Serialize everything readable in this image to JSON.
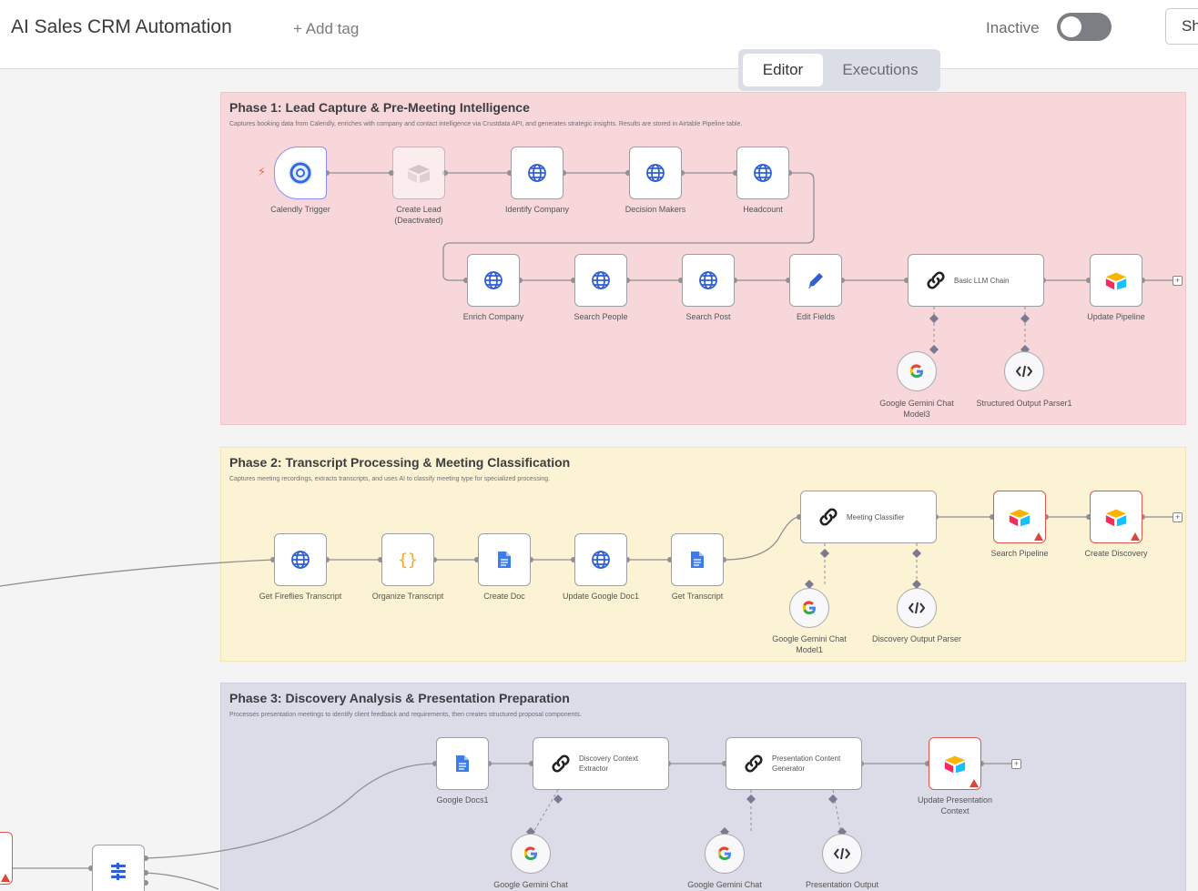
{
  "header": {
    "title": "AI Sales CRM Automation",
    "add_tag": "+ Add tag",
    "status_label": "Inactive",
    "share_label": "Sh"
  },
  "tabs": {
    "editor": "Editor",
    "executions": "Executions"
  },
  "colors": {
    "phase1_bg": "#f7d7da",
    "phase2_bg": "#fbf3d3",
    "phase3_bg": "#dcdbe8",
    "accent_blue": "#2f5fd3",
    "error": "#e0443a"
  },
  "phases": [
    {
      "title": "Phase 1: Lead Capture & Pre-Meeting Intelligence",
      "description": "Captures booking data from Calendly, enriches with company and contact intelligence via Crustdata API, and generates strategic insights. Results are stored in Airtable Pipeline table.",
      "nodes": {
        "calendly_trigger": "Calendly Trigger",
        "create_lead": "Create Lead",
        "create_lead_status": "(Deactivated)",
        "identify_company": "Identify Company",
        "decision_makers": "Decision Makers",
        "headcount": "Headcount",
        "enrich_company": "Enrich Company",
        "search_people": "Search People",
        "search_post": "Search Post",
        "edit_fields": "Edit Fields",
        "basic_llm_chain": "Basic LLM Chain",
        "update_pipeline": "Update Pipeline",
        "gemini_model3": "Google Gemini Chat Model3",
        "structured_parser1": "Structured Output Parser1"
      }
    },
    {
      "title": "Phase 2: Transcript Processing & Meeting Classification",
      "description": "Captures meeting recordings, extracts transcripts, and uses AI to classify meeting type for specialized processing.",
      "nodes": {
        "get_fireflies": "Get Fireflies Transcript",
        "organize_transcript": "Organize Transcript",
        "create_doc": "Create Doc",
        "update_google_doc1": "Update Google Doc1",
        "get_transcript": "Get Transcript",
        "meeting_classifier": "Meeting Classifier",
        "search_pipeline": "Search Pipeline",
        "create_discovery": "Create Discovery",
        "gemini_model1": "Google Gemini Chat Model1",
        "discovery_parser": "Discovery Output Parser"
      }
    },
    {
      "title": "Phase 3: Discovery Analysis & Presentation Preparation",
      "description": "Processes presentation meetings to identify client feedback and requirements, then creates structured proposal components.",
      "nodes": {
        "google_docs1": "Google Docs1",
        "discovery_extractor": "Discovery Context Extractor",
        "presentation_generator": "Presentation Content Generator",
        "update_presentation": "Update Presentation Context",
        "gemini_chat_a": "Google Gemini Chat",
        "gemini_chat_b": "Google Gemini Chat",
        "presentation_output": "Presentation Output"
      }
    }
  ]
}
